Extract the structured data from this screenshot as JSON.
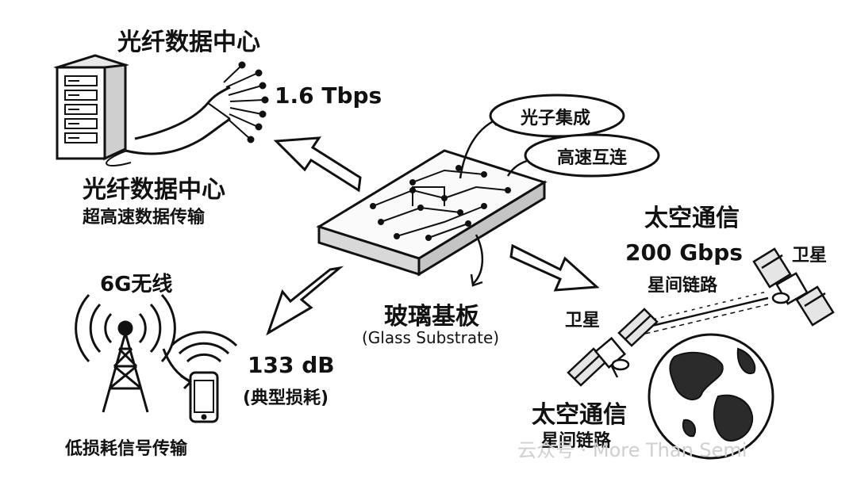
{
  "fiber": {
    "top_title": "光纤数据中心",
    "rate": "1.6 Tbps",
    "label": "光纤数据中心",
    "sublabel": "超高速数据传输"
  },
  "wireless": {
    "title": "6G无线",
    "loss": "133 dB",
    "loss_note": "(典型损耗)",
    "label": "低损耗信号传输"
  },
  "center": {
    "title": "玻璃基板",
    "subtitle": "(Glass Substrate)",
    "bubble_1": "光子集成",
    "bubble_2": "高速互连"
  },
  "space": {
    "top_title": "太空通信",
    "rate": "200 Gbps",
    "rate_note": "星间链路",
    "sat_right": "卫星",
    "sat_left": "卫星",
    "bottom_title": "太空通信",
    "bottom_note": "星间链路"
  },
  "watermark": {
    "text": "云众号 · More Than Semi"
  }
}
